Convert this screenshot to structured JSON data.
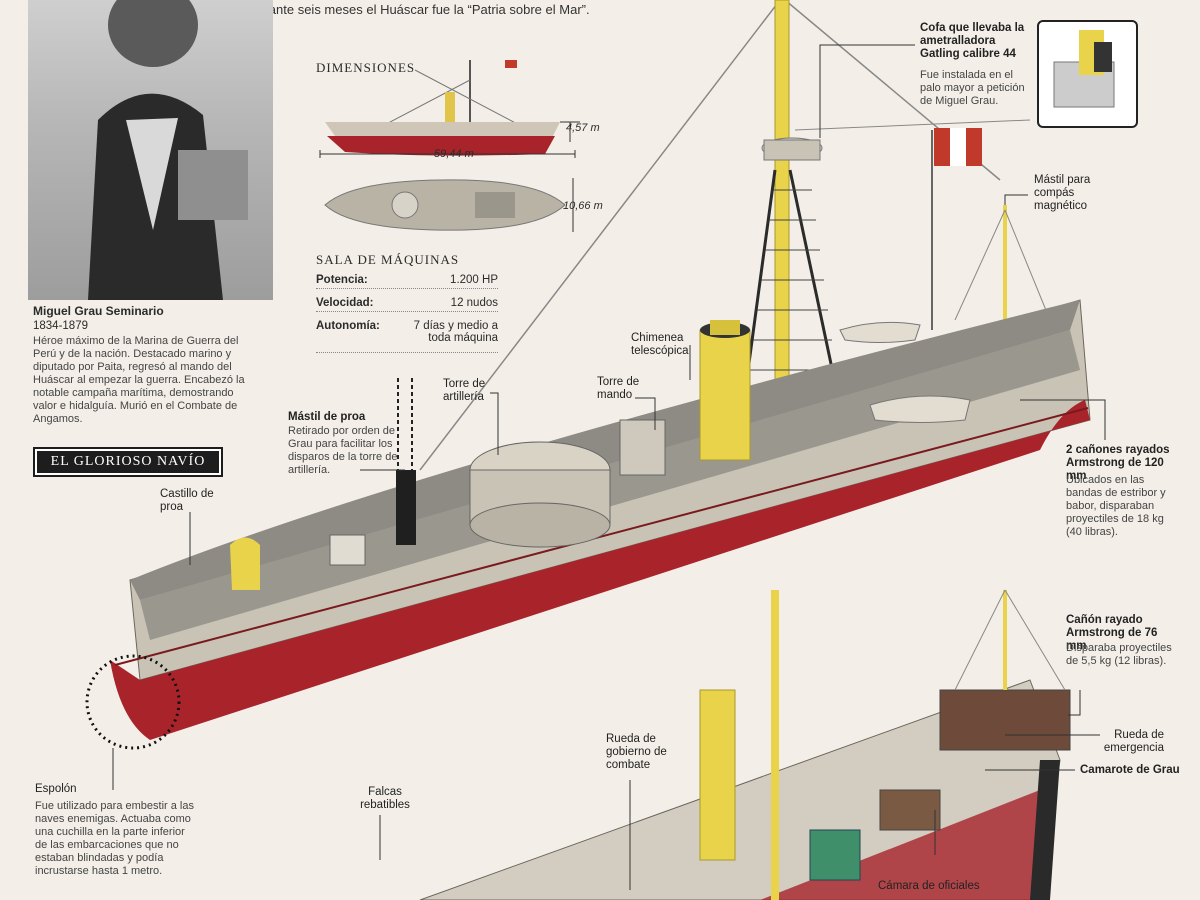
{
  "intro_text": "durante seis meses el Huáscar fue la “Patria sobre el Mar”.",
  "bio": {
    "name": "Miguel Grau Seminario",
    "years": "1834-1879",
    "text": "Héroe máximo de la Marina de Guerra del Perú y de la nación. Destacado marino y diputado por Paita, regresó al mando del Huáscar al empezar la guerra. Encabezó la notable campaña marítima, demostrando valor e hidalguía. Murió en el Combate de Angamos."
  },
  "section_title": "EL GLORIOSO NAVÍO",
  "dimensions": {
    "title": "DIMENSIONES",
    "height": "4,57 m",
    "length": "59,44 m",
    "beam": "10,66 m"
  },
  "sala_maquinas": {
    "title": "SALA DE MÁQUINAS",
    "rows": [
      {
        "key": "Potencia:",
        "value": "1.200 HP"
      },
      {
        "key": "Velocidad:",
        "value": "12 nudos"
      },
      {
        "key": "Autonomía:",
        "value": "7 días y medio a toda máquina"
      }
    ]
  },
  "labels": {
    "cofa_title": "Cofa que llevaba la ametralladora Gatling calibre 44",
    "cofa_desc": "Fue instalada en el palo mayor a petición de Miguel Grau.",
    "mastil_compas": "Mástil para compás magnético",
    "chimenea": "Chimenea telescópica",
    "torre_mando": "Torre de mando",
    "torre_artilleria": "Torre de artillería",
    "mastil_proa_title": "Mástil de proa",
    "mastil_proa_desc": "Retirado por orden de Grau para facilitar los disparos de la torre de artillería.",
    "castillo": "Castillo de proa",
    "canones_title": "2 cañones rayados Armstrong de 120 mm",
    "canones_desc": "Ubicados en las bandas de estribor y babor, disparaban proyectiles de 18 kg (40 libras).",
    "canon76_title": "Cañón rayado Armstrong de 76 mm",
    "canon76_desc": "Disparaba proyectiles de 5,5 kg (12 libras).",
    "rueda_emergencia": "Rueda de emergencia",
    "camarote": "Camarote de Grau",
    "rueda_gobierno": "Rueda de gobierno de combate",
    "falcas": "Falcas rebatibles",
    "camara": "Cámara de oficiales",
    "espolon_title": "Espolón",
    "espolon_desc": "Fue utilizado para embestir a las naves enemigas. Actuaba como una cuchilla en la parte inferior de las embarcaciones que no estaban blindadas y podía incrustarse hasta 1 metro."
  },
  "colors": {
    "hull_red": "#a8232a",
    "deck_gray": "#8d8b84",
    "upper_hull": "#c9c3b6",
    "mast_yellow": "#e8d34a",
    "background": "#f3efe8"
  }
}
